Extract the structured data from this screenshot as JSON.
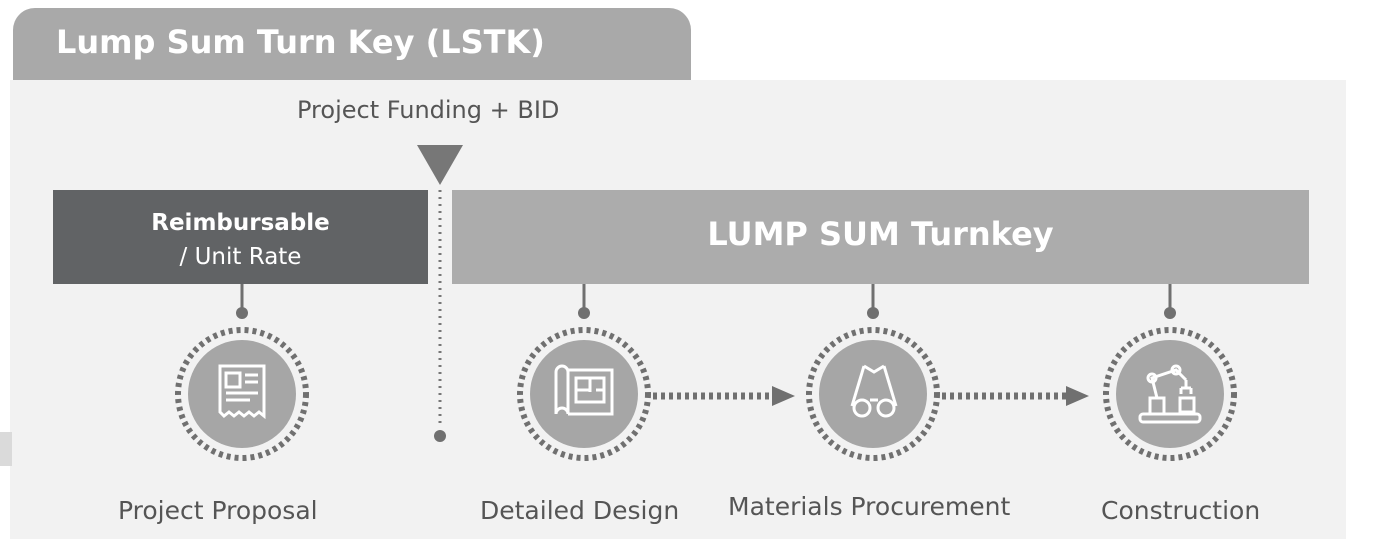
{
  "header": {
    "title": "Lump Sum Turn Key (LSTK)"
  },
  "milestone": {
    "label": "Project Funding + BID"
  },
  "phases": {
    "reimbursable": {
      "line1": "Reimbursable",
      "line2": "/ Unit Rate"
    },
    "lump_sum": {
      "label": "LUMP SUM Turnkey"
    }
  },
  "steps": [
    {
      "label": "Project Proposal",
      "icon": "document-icon"
    },
    {
      "label": "Detailed Design",
      "icon": "blueprint-icon"
    },
    {
      "label": "Materials Procurement",
      "icon": "procurement-icon"
    },
    {
      "label": "Construction",
      "icon": "robot-arm-icon"
    }
  ],
  "colors": {
    "tab": "#a9a9a9",
    "panel": "#f2f2f2",
    "dark_box": "#616365",
    "light_box": "#acacac",
    "circle": "#a6a6a6",
    "connector": "#707070",
    "text": "#555555"
  }
}
